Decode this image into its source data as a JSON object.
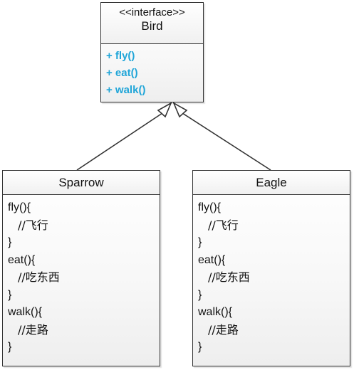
{
  "diagram": {
    "bird": {
      "stereotype": "<<interface>>",
      "name": "Bird",
      "methods": [
        "+ fly()",
        "+ eat()",
        "+ walk()"
      ],
      "method_color": "#1fa5d8"
    },
    "sparrow": {
      "name": "Sparrow",
      "lines": [
        "fly(){",
        "//飞行",
        "}",
        "eat(){",
        "//吃东西",
        "}",
        "walk(){",
        "//走路",
        "}"
      ]
    },
    "eagle": {
      "name": "Eagle",
      "lines": [
        "fly(){",
        "//飞行",
        "}",
        "eat(){",
        "//吃东西",
        "}",
        "walk(){",
        "//走路",
        "}"
      ]
    },
    "relationships": [
      {
        "from": "Sparrow",
        "to": "Bird",
        "type": "realization"
      },
      {
        "from": "Eagle",
        "to": "Bird",
        "type": "realization"
      }
    ]
  }
}
